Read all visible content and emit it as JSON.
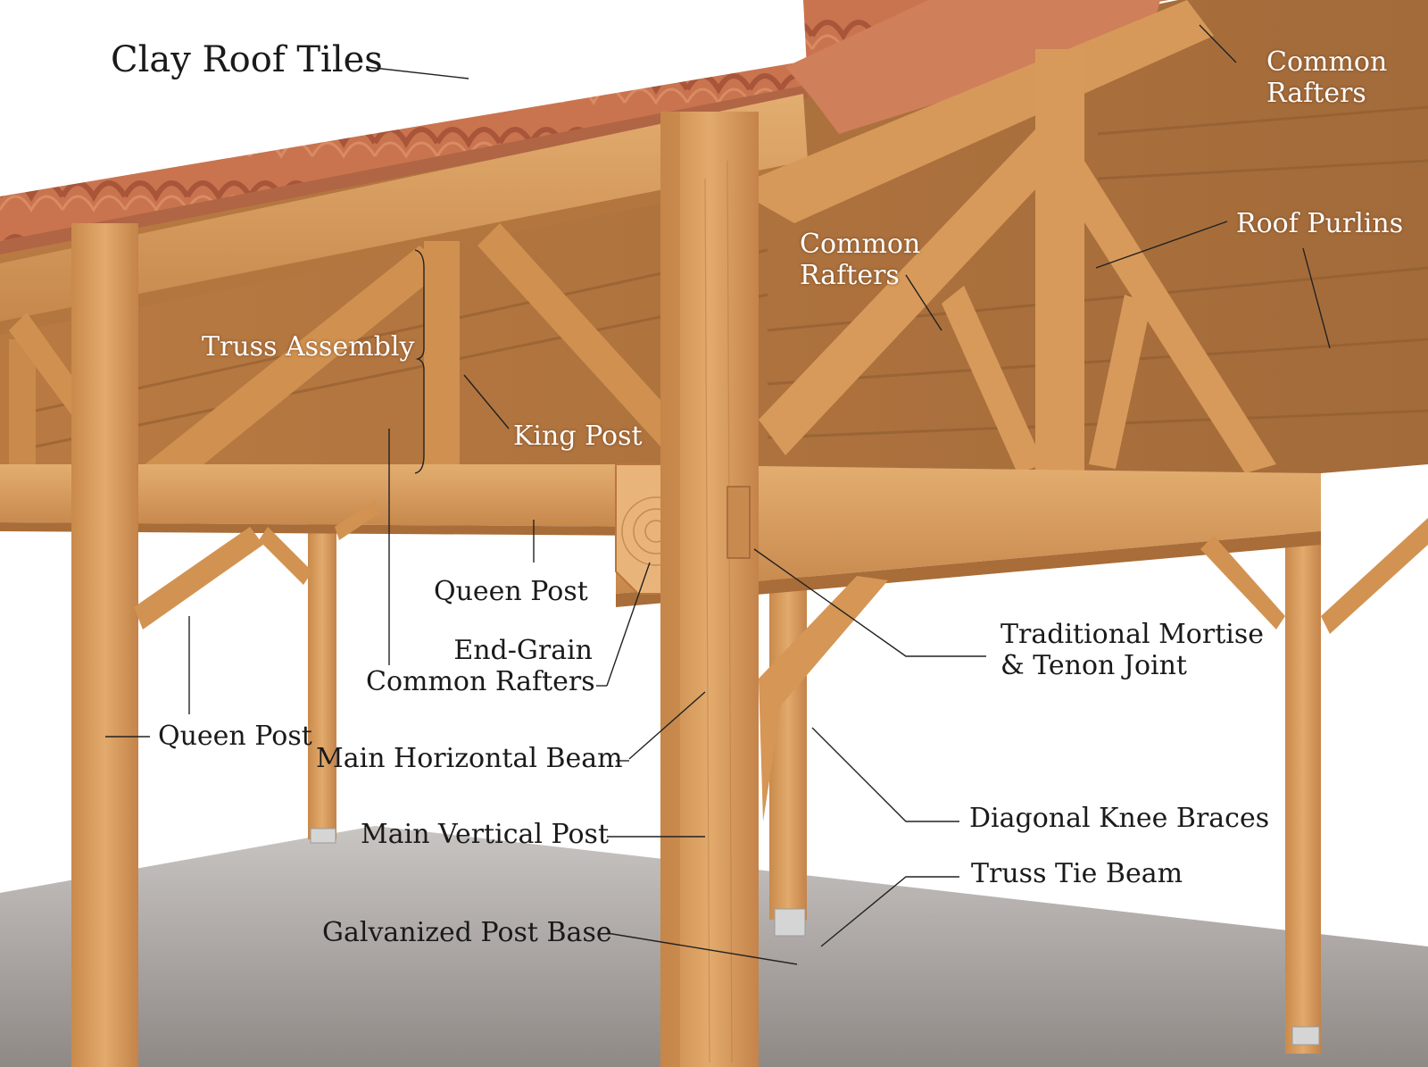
{
  "colors": {
    "background": "#ffffff",
    "timber": "#d89a5a",
    "timber_dark": "#b8773c",
    "timber_light": "#e8b67c",
    "tile": "#c9744f",
    "tile_dark": "#a8553a",
    "ground": "#a9a4a1",
    "text": "#1a1a1a"
  },
  "icons": {
    "post_base": "metal-bracket-icon"
  },
  "labels": {
    "clay_roof_tiles": "Clay Roof Tiles",
    "common_rafters_top": [
      "Common",
      "Rafters"
    ],
    "roof_purlins": "Roof Purlins",
    "common_rafters_mid": [
      "Common",
      "Rafters"
    ],
    "truss_assembly": "Truss Assembly",
    "king_post": "King Post",
    "queen_post_center": "Queen Post",
    "end_grain_common_rafters": [
      "End-Grain",
      "Common Rafters"
    ],
    "queen_post_left": "Queen Post",
    "main_horizontal_beam": "Main Horizontal Beam",
    "traditional_mortise_tenon": [
      "Traditional Mortise",
      "& Tenon Joint"
    ],
    "main_vertical_post": "Main Vertical Post",
    "diagonal_knee_braces": "Diagonal Knee Braces",
    "truss_tie_beam": "Truss Tie Beam",
    "galvanized_post_base": "Galvanized Post Base"
  }
}
